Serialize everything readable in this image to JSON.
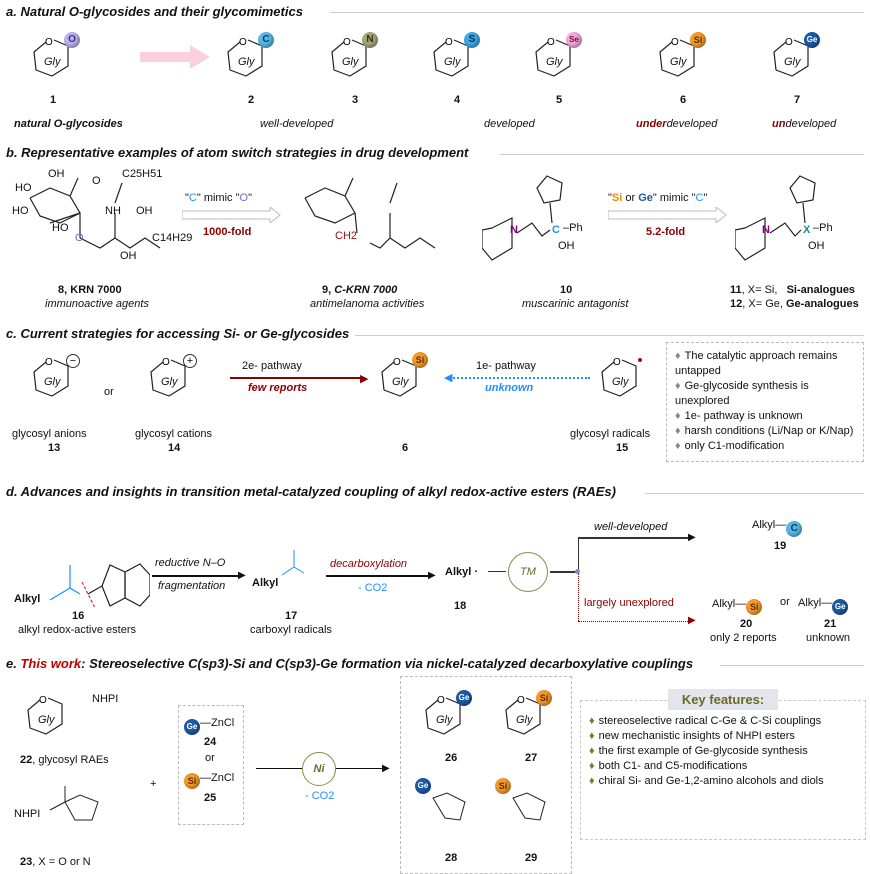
{
  "a": {
    "title": "a. Natural O-glycosides and their glycomimetics",
    "gly": "Gly",
    "items": [
      {
        "atom": "O",
        "num": "1",
        "label": "natural O-glycosides"
      },
      {
        "atom": "C",
        "num": "2",
        "label": "well-developed"
      },
      {
        "atom": "N",
        "num": "3",
        "label": ""
      },
      {
        "atom": "S",
        "num": "4",
        "label": "developed"
      },
      {
        "atom": "Se",
        "num": "5",
        "label": ""
      },
      {
        "atom": "Si",
        "num": "6",
        "label_red": "under",
        "label_rest": "developed"
      },
      {
        "atom": "Ge",
        "num": "7",
        "label_red": "un",
        "label_rest": "developed"
      }
    ]
  },
  "b": {
    "title": "b. Representative examples of atom switch strategies in drug development",
    "arrow1_top": [
      "\"",
      "C",
      "\" mimic \"",
      "O",
      "\""
    ],
    "arrow1_bottom": "1000-fold",
    "arrow2_top": [
      "\"",
      "Si",
      " or ",
      "Ge",
      "\" mimic \"",
      "C",
      "\""
    ],
    "arrow2_bottom": "5.2-fold",
    "m8": {
      "num": "8",
      "name": "KRN 7000",
      "desc": "immunoactive agents",
      "labels": [
        "HO",
        "OH",
        "HO",
        "HO",
        "O",
        "NH",
        "O",
        "C25H51",
        "OH",
        "OH",
        "C14H29"
      ]
    },
    "m9": {
      "num": "9",
      "name": "C-KRN 7000",
      "desc": "antimelanoma activities",
      "ch2": "CH2"
    },
    "m10": {
      "num": "10",
      "desc": "muscarinic antagonist",
      "n": "N",
      "c": "C",
      "ph": "Ph",
      "oh": "OH"
    },
    "m11": {
      "num": "11",
      "line": "X= Si,",
      "name": "Si-analogues"
    },
    "m12": {
      "num": "12",
      "line": "X= Ge,",
      "name": "Ge-analogues"
    },
    "x": "X"
  },
  "c": {
    "title": "c. Current strategies for accessing Si- or Ge-glycosides",
    "or": "or",
    "anion": {
      "label": "glycosyl anions",
      "num": "13"
    },
    "cation": {
      "label": "glycosyl cations",
      "num": "14"
    },
    "product": {
      "num": "6"
    },
    "radical": {
      "label": "glycosyl radicals",
      "num": "15"
    },
    "arrow1_top": "2e- pathway",
    "arrow1_bottom": "few reports",
    "arrow2_top": "1e- pathway",
    "arrow2_bottom": "unknown",
    "notes": [
      "The catalytic approach remains untapped",
      "Ge-glycoside synthesis is unexplored",
      "1e- pathway is unknown",
      "harsh conditions (Li/Nap or K/Nap)",
      "only C1-modification"
    ]
  },
  "d": {
    "title": "d. Advances and insights in transition metal-catalyzed coupling of alkyl redox-active esters (RAEs)",
    "alkyl": "Alkyl",
    "s16": {
      "num": "16",
      "label": "alkyl redox-active esters"
    },
    "s17": {
      "num": "17",
      "label": "carboxyl radicals"
    },
    "s18": {
      "num": "18"
    },
    "arrow1_top": "reductive N–O",
    "arrow1_bottom": "fragmentation",
    "arrow2_top": "decarboxylation",
    "arrow2_bottom": "- CO2",
    "tm": "TM",
    "branch_top": "well-developed",
    "branch_bottom": "largely unexplored",
    "p19": {
      "num": "19"
    },
    "p20": {
      "num": "20",
      "label": "only 2 reports"
    },
    "p21": {
      "num": "21",
      "label": "unknown"
    },
    "or": "or"
  },
  "e": {
    "title_red": "This work",
    "title_rest": ": Stereoselective C(sp3)-Si and C(sp3)-Ge formation via nickel-catalyzed decarboxylative couplings",
    "prefix": "e. ",
    "s22": {
      "num": "22",
      "label": ", glycosyl RAEs",
      "nhpi": "NHPI"
    },
    "s23": {
      "num": "23",
      "label": ", X = O or N",
      "nhpi": "NHPI"
    },
    "plus": "+",
    "r24": {
      "reagent": "ZnCl",
      "num": "24"
    },
    "or": "or",
    "r25": {
      "reagent": "ZnCl",
      "num": "25"
    },
    "ni": "Ni",
    "co2": "- CO2",
    "products": [
      "26",
      "27",
      "28",
      "29"
    ],
    "key_title": "Key features:",
    "features": [
      "stereoselective radical C-Ge & C-Si couplings",
      "new mechanistic insights of NHPI esters",
      "the first example of Ge-glycoside synthesis",
      "both C1- and C5-modifications",
      "chiral Si- and Ge-1,2-amino alcohols and diols"
    ]
  }
}
